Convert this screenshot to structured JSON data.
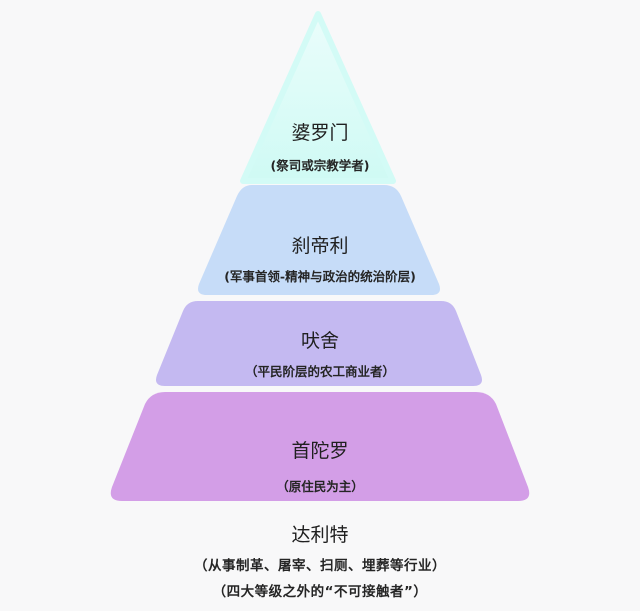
{
  "diagram": {
    "type": "pyramid",
    "background": "#f8f8f9",
    "tiers": [
      {
        "name": "婆罗门",
        "description": "(祭司或宗教学者)",
        "color": "#d3fbf6"
      },
      {
        "name": "刹帝利",
        "description": "(军事首领-精神与政治的统治阶层)",
        "color": "#c6dcf8"
      },
      {
        "name": "吠舍",
        "description": "（平民阶层的农工商业者）",
        "color": "#c4b9f1"
      },
      {
        "name": "首陀罗",
        "description": "（原住民为主）",
        "color": "#d39ee7"
      }
    ],
    "outside": {
      "name": "达利特",
      "description_1": "（从事制革、屠宰、扫厕、埋葬等行业）",
      "description_2": "（四大等级之外的“不可接触者”）"
    }
  }
}
